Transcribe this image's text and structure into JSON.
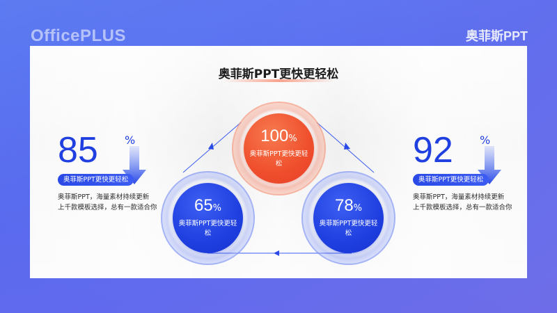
{
  "brand": {
    "left": "OfficePLUS",
    "right": "奥菲斯PPT"
  },
  "title": "奥菲斯PPT更快更轻松",
  "circles": {
    "top": {
      "value": "100",
      "unit": "%",
      "label": "奥菲斯PPT更快更轻松"
    },
    "left": {
      "value": "65",
      "unit": "%",
      "label": "奥菲斯PPT更快更轻松"
    },
    "right": {
      "value": "78",
      "unit": "%",
      "label": "奥菲斯PPT更快更轻松"
    }
  },
  "left_stat": {
    "value": "85",
    "unit": "%",
    "pill": "奥菲斯PPT更快更轻松",
    "desc_line1": "奥菲斯PPT，海量素材持续更新",
    "desc_line2": "上千款模板选择，总有一款适合你"
  },
  "right_stat": {
    "value": "92",
    "unit": "%",
    "pill": "奥菲斯PPT更快更轻松",
    "desc_line1": "奥菲斯PPT，海量素材持续更新",
    "desc_line2": "上千款模板选择，总有一款适合你"
  },
  "colors": {
    "accent_blue": "#1f3fe0",
    "accent_orange": "#ef4e2c",
    "background": "#5a6ff0"
  }
}
